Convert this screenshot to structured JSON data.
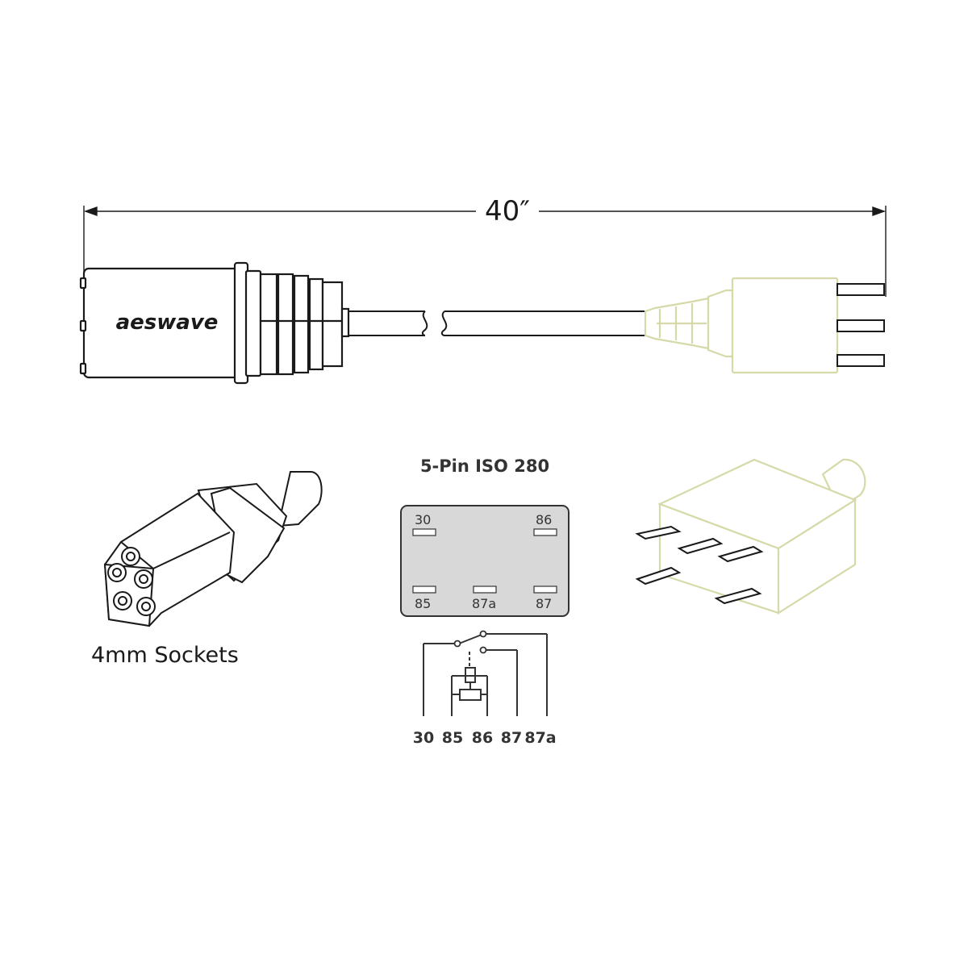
{
  "dimension": {
    "length_label": "40″"
  },
  "connector": {
    "brand": "aeswave"
  },
  "sockets": {
    "caption": "4mm Sockets"
  },
  "relay": {
    "heading": "5-Pin ISO 280",
    "pins": {
      "p30": "30",
      "p86": "86",
      "p85": "85",
      "p87a": "87a",
      "p87": "87"
    },
    "terminals": [
      "30",
      "85",
      "86",
      "87",
      "87a"
    ]
  },
  "colors": {
    "line": "#1a1a1a",
    "relay_body": "#f6f6e3",
    "relay_outline": "#d6d9a8",
    "pin_box": "#d8d8d8"
  },
  "icons": [
    "dimension-arrow",
    "cable-break",
    "4mm-socket-connector",
    "iso-relay-plug"
  ]
}
